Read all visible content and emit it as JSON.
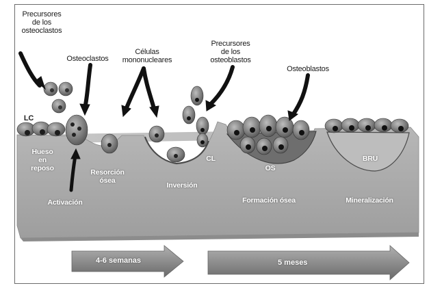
{
  "labels": {
    "precursores_osteoclastos": [
      "Precursores",
      "de los",
      "osteoclastos"
    ],
    "osteoclastos": "Osteoclastos",
    "celulas_mononucleares": [
      "Células",
      "mononucleares"
    ],
    "precursores_osteoblastos": [
      "Precursores",
      "de los",
      "osteoblastos"
    ],
    "osteoblastos": "Osteoblastos",
    "lc": "LC",
    "hueso_en_reposo": [
      "Hueso",
      "en",
      "reposo"
    ],
    "activacion": "Activación",
    "resorcion_osea": [
      "Resorción",
      "ósea"
    ],
    "inversion": "Inversión",
    "cl": "CL",
    "os": "OS",
    "formacion_osea": "Formación ósea",
    "bru": "BRU",
    "mineralizacion": "Mineralización"
  },
  "timeline": {
    "phase1": "4-6 semanas",
    "phase2": "5 meses"
  },
  "colors": {
    "bone_surface": "#bcbcbc",
    "bone_front": "#a9a9a9",
    "cell_fill": "#7d7d7d",
    "nucleus": "#1c1c1c",
    "arrow_fill": "#9a9a9a"
  }
}
